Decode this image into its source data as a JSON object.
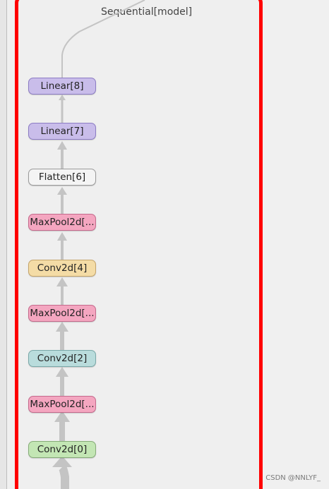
{
  "graph": {
    "group_title": "Sequential[model]",
    "group_border_color": "#ff0000",
    "nodes": [
      {
        "label": "Linear[8]"
      },
      {
        "label": "Linear[7]"
      },
      {
        "label": "Flatten[6]"
      },
      {
        "label": "MaxPool2d[..."
      },
      {
        "label": "Conv2d[4]"
      },
      {
        "label": "MaxPool2d[..."
      },
      {
        "label": "Conv2d[2]"
      },
      {
        "label": "MaxPool2d[..."
      },
      {
        "label": "Conv2d[0]"
      }
    ]
  },
  "watermark": "CSDN @NNLYF_"
}
